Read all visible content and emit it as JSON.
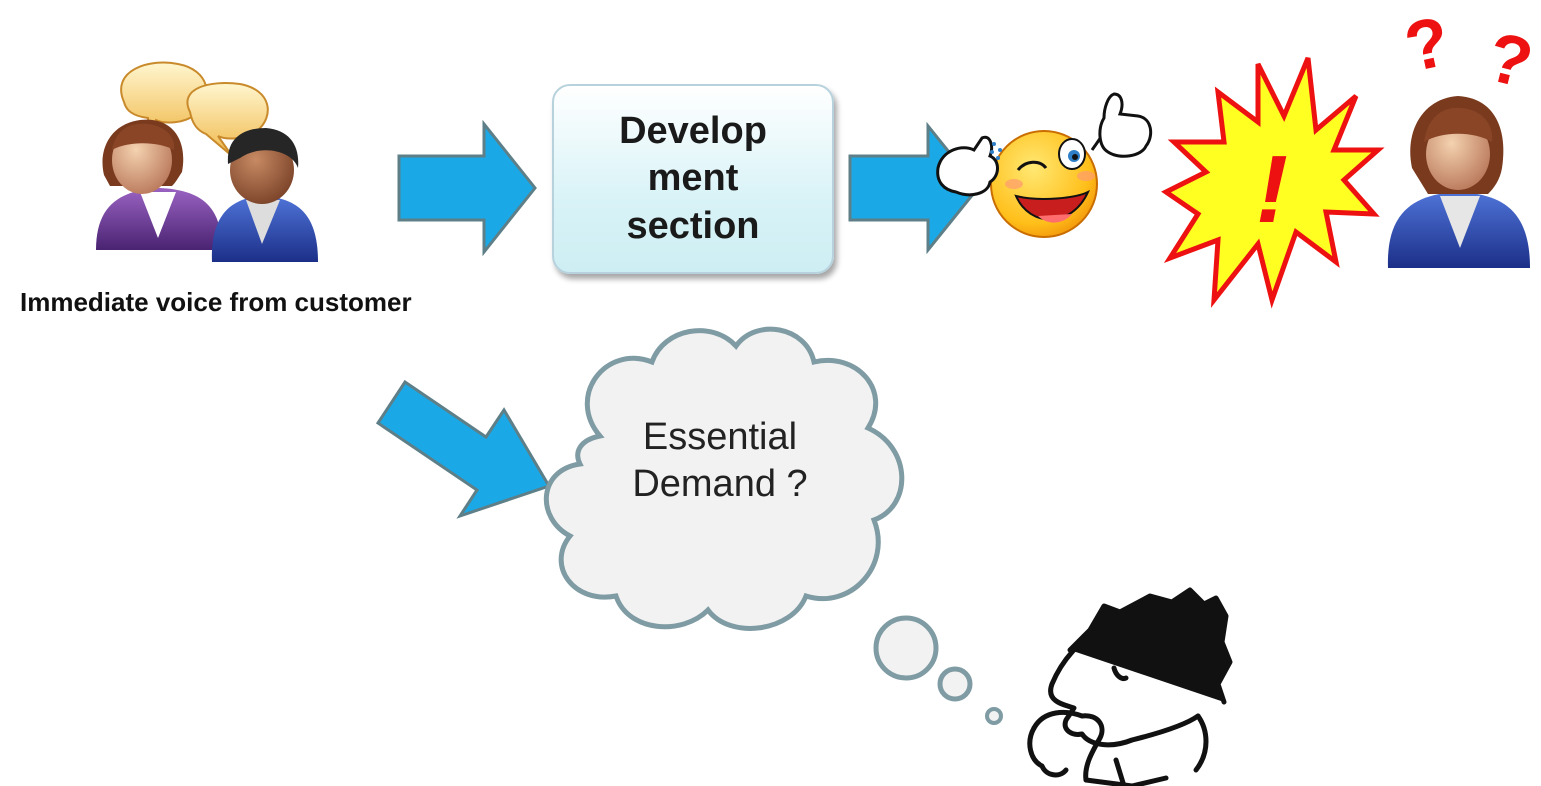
{
  "process": {
    "customer_caption": "Immediate voice from customer",
    "development_box": "Develop ment section",
    "essential_demand": "Essential Demand ?",
    "surprise_mark": "!",
    "question_marks": [
      "?",
      "?"
    ]
  },
  "icons": [
    "two-customers-talking-icon",
    "speech-bubble-icon",
    "arrow-right-icon",
    "winking-smiley-thumbs-up-icon",
    "explosion-burst-icon",
    "confused-customer-icon",
    "thought-cloud-icon",
    "thinking-man-icon"
  ],
  "colors": {
    "arrow_fill": "#1aa9e6",
    "arrow_stroke": "#5e7f88",
    "box_fill": "#d9f3f7",
    "burst_fill": "#ffff22",
    "burst_stroke": "#ee1111",
    "question_color": "#ee1111",
    "cloud_fill": "#f2f2f2",
    "cloud_stroke": "#7f9ba3"
  }
}
